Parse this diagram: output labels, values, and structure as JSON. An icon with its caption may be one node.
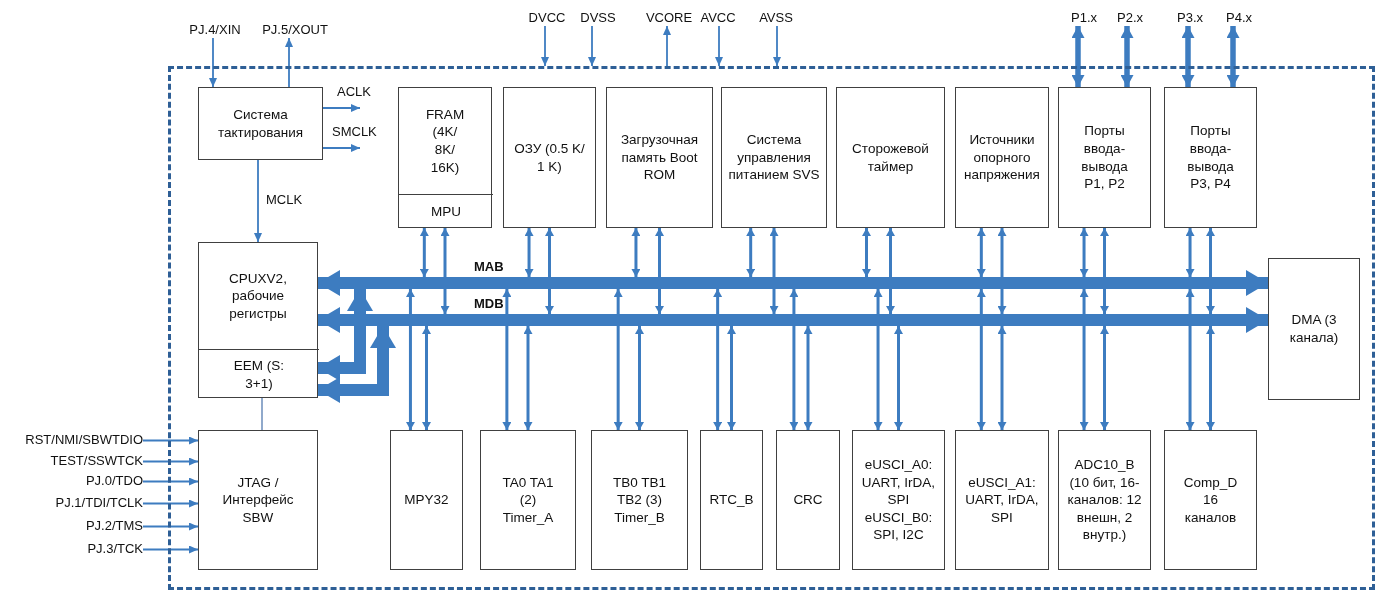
{
  "diagram": {
    "nodes": [
      {
        "text": [],
        "shape": "box"
      },
      {
        "text": [
          "PJ.4/XIN"
        ]
      },
      {
        "text": [
          "PJ.5/XOUT"
        ]
      },
      {
        "text": [
          "DVCC"
        ]
      },
      {
        "text": [
          "DVSS"
        ]
      },
      {
        "text": [
          "VCORE"
        ]
      },
      {
        "text": [
          "AVCC"
        ]
      },
      {
        "text": [
          "AVSS"
        ]
      },
      {
        "text": [
          "P1.x"
        ]
      },
      {
        "text": [
          "P2.x"
        ]
      },
      {
        "text": [
          "P3.x"
        ]
      },
      {
        "text": [
          "P4.x"
        ]
      },
      {
        "text": [
          "Система тактирования"
        ],
        "in": 0
      },
      {
        "text": [
          "FRAM (4K/ 8K/ 16K)"
        ],
        "in": 0
      },
      {
        "text": [
          "MPU"
        ],
        "in": 13
      },
      {
        "text": [
          "ОЗУ (0.5 K/ 1 K)"
        ],
        "in": 0
      },
      {
        "text": [
          "Загрузочная память Boot ROM"
        ],
        "in": 0
      },
      {
        "text": [
          "Система управления питанием SVS"
        ],
        "in": 0
      },
      {
        "text": [
          "Сторожевой таймер"
        ],
        "in": 0
      },
      {
        "text": [
          "Источники опорного напряжения"
        ],
        "in": 0
      },
      {
        "text": [
          "Порты ввода-вывода P1, P2"
        ],
        "in": 0
      },
      {
        "text": [
          "Порты ввода-вывода P3, P4"
        ],
        "in": 0
      },
      {
        "text": [
          "CPUXV2, рабочие регистры"
        ],
        "in": 0
      },
      {
        "text": [
          "EEM (S: 3+1)"
        ],
        "in": 22
      },
      {
        "text": [],
        "shape": "bar",
        "beside": [
          "MAB"
        ],
        "in": 0
      },
      {
        "text": [],
        "shape": "bar",
        "beside": [
          "MDB"
        ],
        "in": 0
      },
      {
        "text": [
          "DMA (3 канала)"
        ],
        "in": 0
      },
      {
        "text": [
          "JTAG / Интерфейс SBW"
        ],
        "in": 0
      },
      {
        "text": [
          "MPY32"
        ],
        "in": 0
      },
      {
        "text": [
          "TA0 TA1 (2) Timer_A"
        ],
        "in": 0
      },
      {
        "text": [
          "TB0 TB1 TB2 (3) Timer_B"
        ],
        "in": 0
      },
      {
        "text": [
          "RTC_B"
        ],
        "in": 0
      },
      {
        "text": [
          "CRC"
        ],
        "in": 0
      },
      {
        "text": [
          "eUSCI_A0: UART, IrDA, SPI",
          "eUSCI_B0: SPI, I2C"
        ],
        "in": 0
      },
      {
        "text": [
          "eUSCI_A1: UART, IrDA, SPI"
        ],
        "in": 0
      },
      {
        "text": [
          "ADC10_B (10 бит, 16-каналов: 12 внешн, 2 внутр.)"
        ],
        "in": 0
      },
      {
        "text": [
          "Comp_D 16 каналов"
        ],
        "in": 0
      },
      {
        "text": [
          "RST/NMI/SBWTDIO"
        ]
      },
      {
        "text": [
          "TEST/SSWTCK"
        ]
      },
      {
        "text": [
          "PJ.0/TDO"
        ]
      },
      {
        "text": [
          "PJ.1/TDI/TCLK"
        ]
      },
      {
        "text": [
          "PJ.2/TMS"
        ]
      },
      {
        "text": [
          "PJ.3/TCK"
        ]
      }
    ],
    "edges": [
      {
        "from": 1,
        "to": 12,
        "arrow": "to"
      },
      {
        "from": 12,
        "to": 2,
        "arrow": "to"
      },
      {
        "from": 12,
        "to": null,
        "arrow": "to",
        "label": "ACLK"
      },
      {
        "from": 12,
        "to": null,
        "arrow": "to",
        "label": "SMCLK"
      },
      {
        "from": 12,
        "to": 22,
        "arrow": "to",
        "label": "MCLK"
      },
      {
        "from": 3,
        "to": 0,
        "arrow": "to"
      },
      {
        "from": 4,
        "to": 0,
        "arrow": "to"
      },
      {
        "from": 0,
        "to": 5,
        "arrow": "to"
      },
      {
        "from": 6,
        "to": 0,
        "arrow": "to"
      },
      {
        "from": 7,
        "to": 0,
        "arrow": "to"
      },
      {
        "from": 8,
        "to": 20,
        "arrow": "both",
        "style": "thick"
      },
      {
        "from": 9,
        "to": 20,
        "arrow": "both",
        "style": "thick"
      },
      {
        "from": 10,
        "to": 21,
        "arrow": "both",
        "style": "thick"
      },
      {
        "from": 11,
        "to": 21,
        "arrow": "both",
        "style": "thick"
      },
      {
        "from": 24,
        "to": 22,
        "arrow": "to",
        "style": "thick"
      },
      {
        "from": 24,
        "to": 26,
        "arrow": "to",
        "style": "thick"
      },
      {
        "from": 25,
        "to": 22,
        "arrow": "to",
        "style": "thick"
      },
      {
        "from": 25,
        "to": 26,
        "arrow": "to",
        "style": "thick"
      },
      {
        "from": 24,
        "to": 23,
        "arrow": "both",
        "style": "thick"
      },
      {
        "from": 25,
        "to": 23,
        "arrow": "both",
        "style": "thick"
      },
      {
        "from": 13,
        "to": 24,
        "arrow": "both"
      },
      {
        "from": 13,
        "to": 25,
        "arrow": "both"
      },
      {
        "from": 15,
        "to": 24,
        "arrow": "both"
      },
      {
        "from": 15,
        "to": 25,
        "arrow": "both"
      },
      {
        "from": 16,
        "to": 24,
        "arrow": "both"
      },
      {
        "from": 16,
        "to": 25,
        "arrow": "both"
      },
      {
        "from": 17,
        "to": 24,
        "arrow": "both"
      },
      {
        "from": 17,
        "to": 25,
        "arrow": "both"
      },
      {
        "from": 18,
        "to": 24,
        "arrow": "both"
      },
      {
        "from": 18,
        "to": 25,
        "arrow": "both"
      },
      {
        "from": 19,
        "to": 24,
        "arrow": "both"
      },
      {
        "from": 19,
        "to": 25,
        "arrow": "both"
      },
      {
        "from": 20,
        "to": 24,
        "arrow": "both"
      },
      {
        "from": 20,
        "to": 25,
        "arrow": "both"
      },
      {
        "from": 21,
        "to": 24,
        "arrow": "both"
      },
      {
        "from": 21,
        "to": 25,
        "arrow": "both"
      },
      {
        "from": 24,
        "to": 28,
        "arrow": "both"
      },
      {
        "from": 25,
        "to": 28,
        "arrow": "both"
      },
      {
        "from": 24,
        "to": 29,
        "arrow": "both"
      },
      {
        "from": 25,
        "to": 29,
        "arrow": "both"
      },
      {
        "from": 24,
        "to": 30,
        "arrow": "both"
      },
      {
        "from": 25,
        "to": 30,
        "arrow": "both"
      },
      {
        "from": 24,
        "to": 31,
        "arrow": "both"
      },
      {
        "from": 25,
        "to": 31,
        "arrow": "both"
      },
      {
        "from": 24,
        "to": 32,
        "arrow": "both"
      },
      {
        "from": 25,
        "to": 32,
        "arrow": "both"
      },
      {
        "from": 24,
        "to": 33,
        "arrow": "both"
      },
      {
        "from": 25,
        "to": 33,
        "arrow": "both"
      },
      {
        "from": 24,
        "to": 34,
        "arrow": "both"
      },
      {
        "from": 25,
        "to": 34,
        "arrow": "both"
      },
      {
        "from": 24,
        "to": 35,
        "arrow": "both"
      },
      {
        "from": 25,
        "to": 35,
        "arrow": "both"
      },
      {
        "from": 24,
        "to": 36,
        "arrow": "both"
      },
      {
        "from": 25,
        "to": 36,
        "arrow": "both"
      },
      {
        "from": 23,
        "to": 27,
        "arrow": "none",
        "color": "#6b8cba"
      },
      {
        "from": 37,
        "to": 27,
        "arrow": "to"
      },
      {
        "from": 38,
        "to": 27,
        "arrow": "to"
      },
      {
        "from": 39,
        "to": 27,
        "arrow": "to"
      },
      {
        "from": 40,
        "to": 27,
        "arrow": "to"
      },
      {
        "from": 41,
        "to": 27,
        "arrow": "to"
      },
      {
        "from": 42,
        "to": 27,
        "arrow": "to"
      }
    ]
  }
}
